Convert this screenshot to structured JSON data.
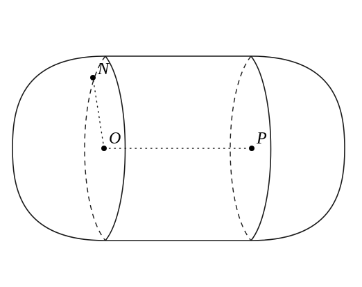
{
  "labels": {
    "N": "N",
    "O": "O",
    "P": "P"
  },
  "colors": {
    "line": "#1a1a1a",
    "background": "#ffffff"
  }
}
